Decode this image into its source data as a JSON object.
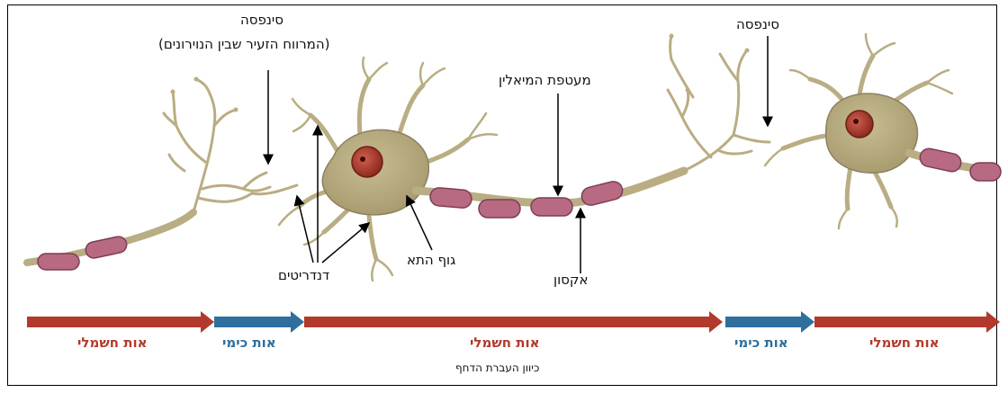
{
  "labels": {
    "synapse_left_line1": "סינפסה",
    "synapse_left_line2": "(המרווח הזעיר שבין הנוירונים)",
    "synapse_right": "סינפסה",
    "myelin_sheath": "מעטפת המיאלין",
    "cell_body": "גוף התא",
    "dendrites": "דנדריטים",
    "axon": "אקסון"
  },
  "signals": [
    {
      "kind": "electrical",
      "label": "אות חשמלי",
      "color": "#b13a2c"
    },
    {
      "kind": "chemical",
      "label": "אות כימי",
      "color": "#2e6f9e"
    },
    {
      "kind": "electrical",
      "label": "אות חשמלי",
      "color": "#b13a2c"
    },
    {
      "kind": "chemical",
      "label": "אות כימי",
      "color": "#2e6f9e"
    },
    {
      "kind": "electrical",
      "label": "אות חשמלי",
      "color": "#b13a2c"
    }
  ],
  "direction_caption": "כיוון העברת הדחף",
  "colors": {
    "neuron_body": "#b9ad83",
    "neuron_outline": "#8c8160",
    "nucleus": "#a83a2c",
    "myelin": "#b76a82",
    "myelin_outline": "#7d3e55"
  }
}
